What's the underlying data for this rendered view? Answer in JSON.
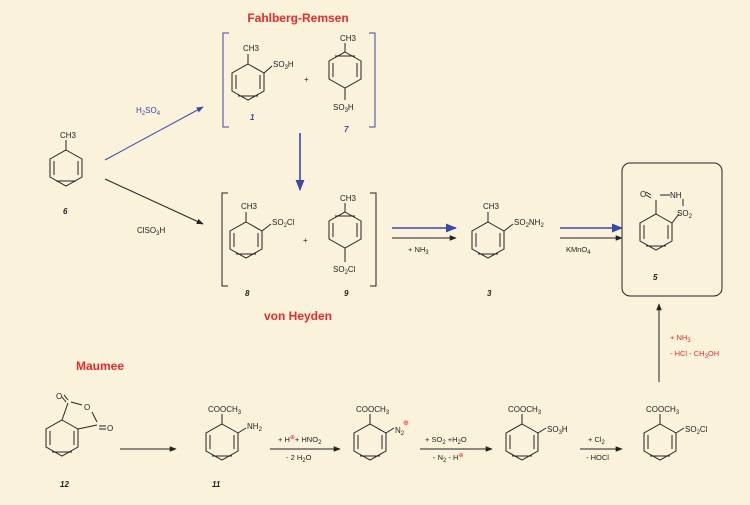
{
  "routes": {
    "fahlberg_remsen": "Fahlberg-Remsen",
    "von_heyden": "von Heyden",
    "maumee": "Maumee"
  },
  "reagents": {
    "h2so4": "H2SO4",
    "clso3h": "ClSO3H",
    "nh3": "+ NH3",
    "kmno4": "KMnO4",
    "nh3_red": "+ NH3",
    "hcl_ch3oh": "- HCl - CH3OH",
    "h_hno2": "+ H⊕+ HNO2",
    "minus_2h2o": "- 2 H2O",
    "so2_h2o": "+ SO2 +H2O",
    "minus_n2_h": "- N2 - H⊕",
    "cl2": "+ Cl2",
    "hocl": "- HOCl"
  },
  "compounds": {
    "c6": {
      "number": "6",
      "substituent": "CH3"
    },
    "c1": {
      "number": "1",
      "sub_top": "CH3",
      "sub_side": "SO3H"
    },
    "c7": {
      "number": "7",
      "sub_top": "CH3",
      "sub_bottom": "SO3H"
    },
    "c8": {
      "number": "8",
      "sub_top": "CH3",
      "sub_side": "SO2Cl"
    },
    "c9": {
      "number": "9",
      "sub_top": "CH3",
      "sub_bottom": "SO2Cl"
    },
    "c3": {
      "number": "3",
      "sub_top": "CH3",
      "sub_side": "SO2NH2"
    },
    "c5": {
      "number": "5",
      "nh": "NH",
      "so2": "SO2",
      "oxo": "O"
    },
    "c12": {
      "number": "12"
    },
    "c11": {
      "number": "11",
      "sub_top": "COOCH3",
      "sub_side": "NH2"
    },
    "diazo": {
      "sub_top": "COOCH3",
      "sub_side": "N2"
    },
    "sulfonic": {
      "sub_top": "COOCH3",
      "sub_side": "SO3H"
    },
    "sulfonyl": {
      "sub_top": "COOCH3",
      "sub_side": "SO2Cl"
    }
  },
  "plus_sign": "+",
  "colors": {
    "background": "#fbf2dc",
    "red": "#e52b2b",
    "blue": "#3a49a8",
    "box": "#fbf2dc"
  }
}
